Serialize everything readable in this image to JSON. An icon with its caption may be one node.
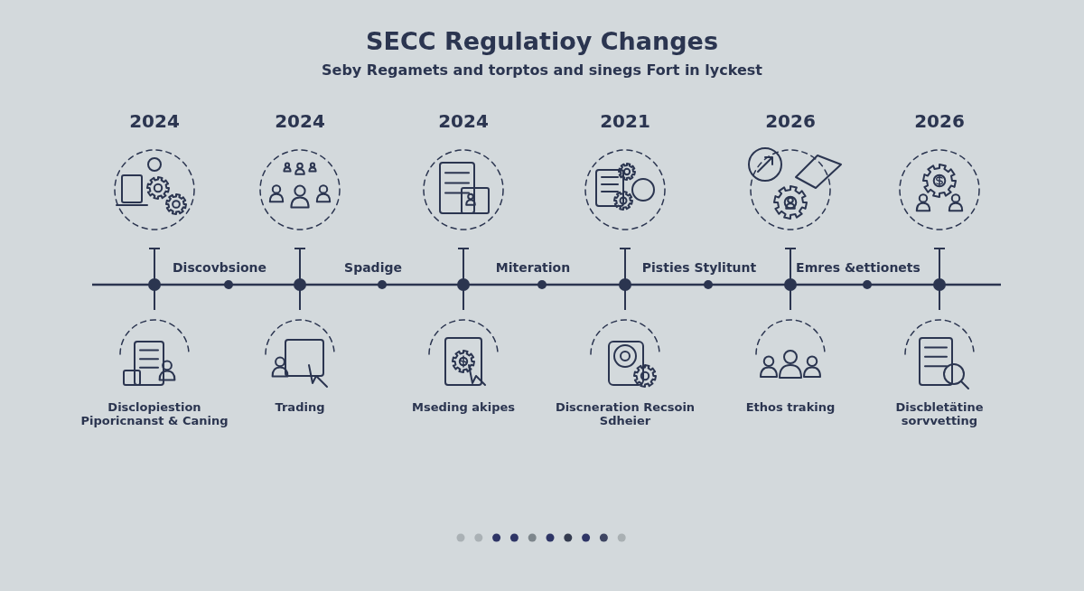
{
  "diagram": {
    "title": "SECC Regulatioy Changes",
    "labels": [
      "Seby Regamets and torptos and sinegs Fort in lyckest",
      "2024",
      "2024",
      "2024",
      "2021",
      "2026",
      "2026",
      "Discovbsione",
      "Spadige",
      "Miteration",
      "Pisties Stylitunt",
      "Emres &ettionets",
      "Disclopiestion Piporicnanst & Caning",
      "Trading",
      "Mseding akipes",
      "Discneration Recsoin Sdheier",
      "Ethos traking",
      "Discbletätine sorvvetting"
    ]
  }
}
